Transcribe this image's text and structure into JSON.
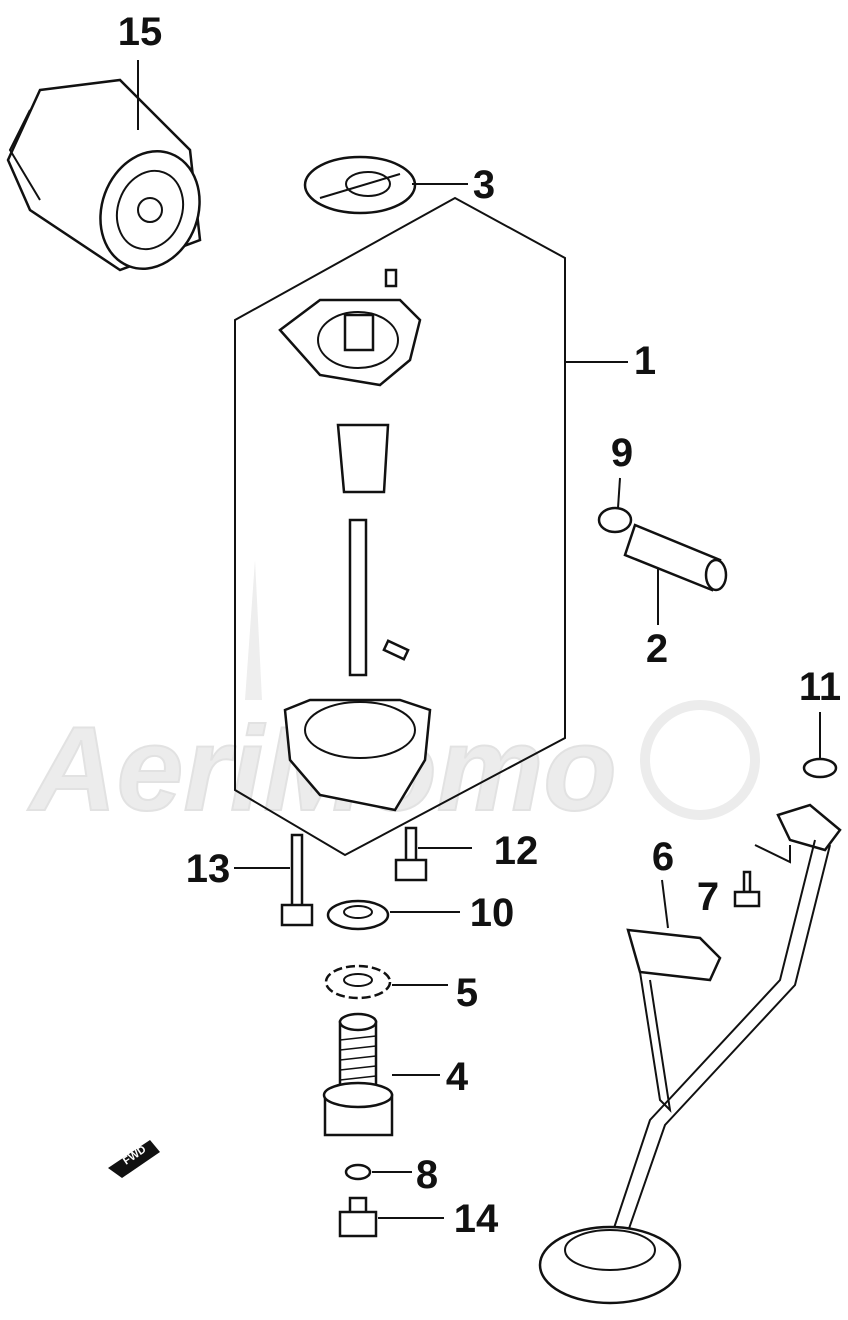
{
  "watermark": {
    "text": "AeriMomo",
    "name": "watermark-logo"
  },
  "forward_arrow": {
    "text": "FWD"
  },
  "callouts": [
    {
      "id": "c15",
      "label": "15",
      "part": "oil-filter"
    },
    {
      "id": "c3",
      "label": "3",
      "part": "gasket"
    },
    {
      "id": "c1",
      "label": "1",
      "part": "oil-pump-assembly"
    },
    {
      "id": "c9",
      "label": "9",
      "part": "o-ring-small"
    },
    {
      "id": "c2",
      "label": "2",
      "part": "union-fitting"
    },
    {
      "id": "c11",
      "label": "11",
      "part": "o-ring"
    },
    {
      "id": "c6",
      "label": "6",
      "part": "bracket"
    },
    {
      "id": "c7",
      "label": "7",
      "part": "bolt-small"
    },
    {
      "id": "c13",
      "label": "13",
      "part": "long-bolt"
    },
    {
      "id": "c12",
      "label": "12",
      "part": "flange-bolt"
    },
    {
      "id": "c10",
      "label": "10",
      "part": "washer"
    },
    {
      "id": "c5",
      "label": "5",
      "part": "lock-washer"
    },
    {
      "id": "c4",
      "label": "4",
      "part": "drain-plug-bolt"
    },
    {
      "id": "c8",
      "label": "8",
      "part": "gasket-small"
    },
    {
      "id": "c14",
      "label": "14",
      "part": "drain-bolt"
    }
  ]
}
